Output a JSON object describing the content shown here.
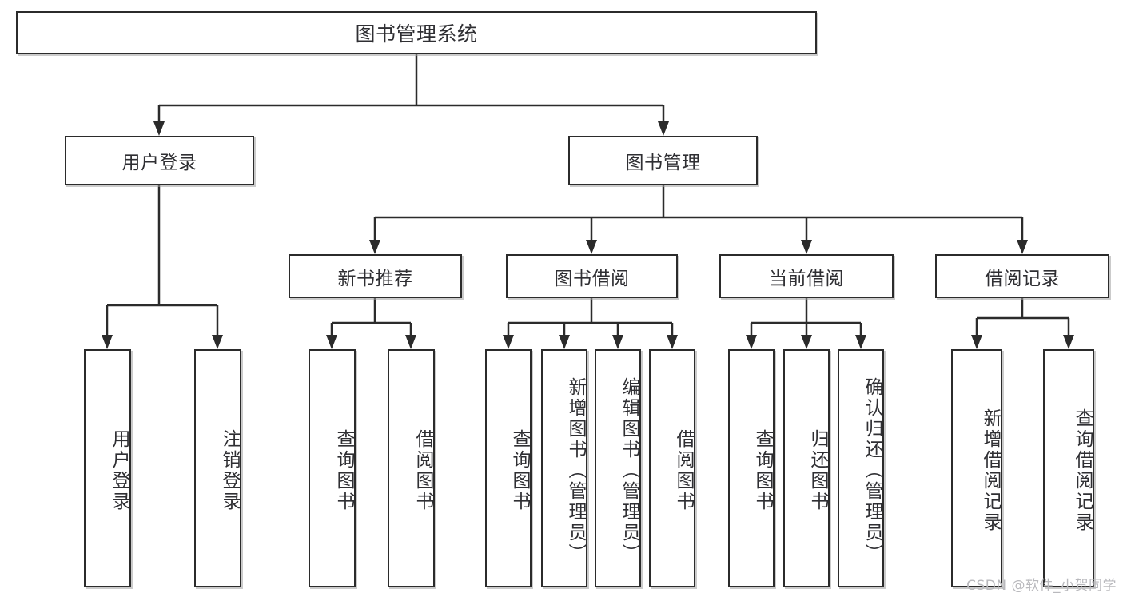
{
  "diagram": {
    "title": "图书管理系统",
    "type": "hierarchy-tree",
    "watermark": "CSDN @软件_小贺同学",
    "colors": {
      "stroke": "#2b2b2b",
      "text": "#2f2f33",
      "background": "#ffffff",
      "watermark": "#b9b9bd"
    },
    "root": {
      "label": "图书管理系统"
    },
    "level2": [
      {
        "label": "用户登录"
      },
      {
        "label": "图书管理"
      }
    ],
    "level3": [
      {
        "label": "新书推荐"
      },
      {
        "label": "图书借阅"
      },
      {
        "label": "当前借阅"
      },
      {
        "label": "借阅记录"
      }
    ],
    "leaves": {
      "user_login": [
        {
          "label": "用户登录"
        },
        {
          "label": "注销登录"
        }
      ],
      "new_book_recommend": [
        {
          "label": "查询图书"
        },
        {
          "label": "借阅图书"
        }
      ],
      "book_borrow": [
        {
          "label": "查询图书"
        },
        {
          "label": "新增图书（管理员）"
        },
        {
          "label": "编辑图书（管理员）"
        },
        {
          "label": "借阅图书"
        }
      ],
      "current_borrow": [
        {
          "label": "查询图书"
        },
        {
          "label": "归还图书"
        },
        {
          "label": "确认归还（管理员）"
        }
      ],
      "borrow_record": [
        {
          "label": "新增借阅记录"
        },
        {
          "label": "查询借阅记录"
        }
      ]
    }
  }
}
